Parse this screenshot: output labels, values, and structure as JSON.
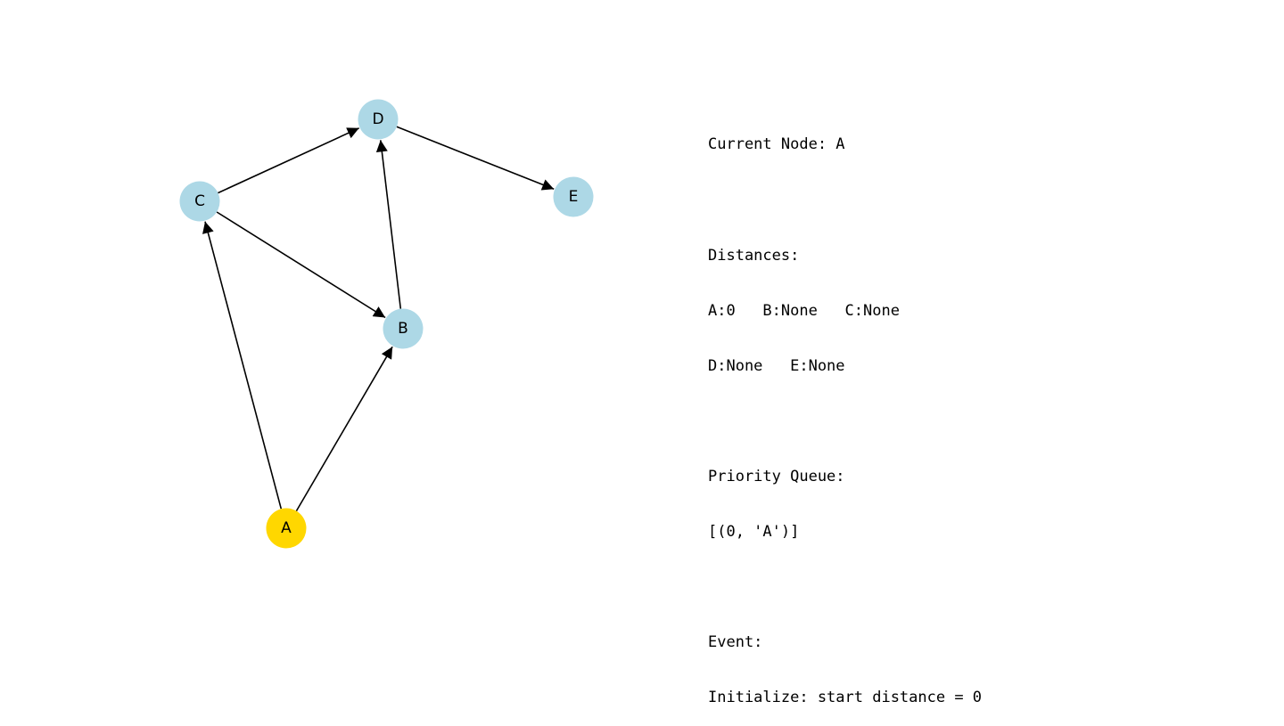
{
  "graph": {
    "nodes": [
      {
        "id": "A",
        "label": "A",
        "state": "current"
      },
      {
        "id": "B",
        "label": "B",
        "state": "default"
      },
      {
        "id": "C",
        "label": "C",
        "state": "default"
      },
      {
        "id": "D",
        "label": "D",
        "state": "default"
      },
      {
        "id": "E",
        "label": "E",
        "state": "default"
      }
    ],
    "edges": [
      {
        "from": "A",
        "to": "C"
      },
      {
        "from": "A",
        "to": "B"
      },
      {
        "from": "C",
        "to": "D"
      },
      {
        "from": "C",
        "to": "B"
      },
      {
        "from": "B",
        "to": "D"
      },
      {
        "from": "D",
        "to": "E"
      }
    ],
    "colors": {
      "current_node": "#FFD700",
      "default_node": "#ADD8E6",
      "edge": "#000000"
    }
  },
  "info": {
    "current_node_line": "Current Node: A",
    "distances_heading": "Distances:",
    "distances_line_1": "A:0   B:None   C:None",
    "distances_line_2": "D:None   E:None",
    "queue_heading": "Priority Queue:",
    "queue_value": "[(0, 'A')]",
    "event_heading": "Event:",
    "event_value": "Initialize: start distance = 0"
  }
}
